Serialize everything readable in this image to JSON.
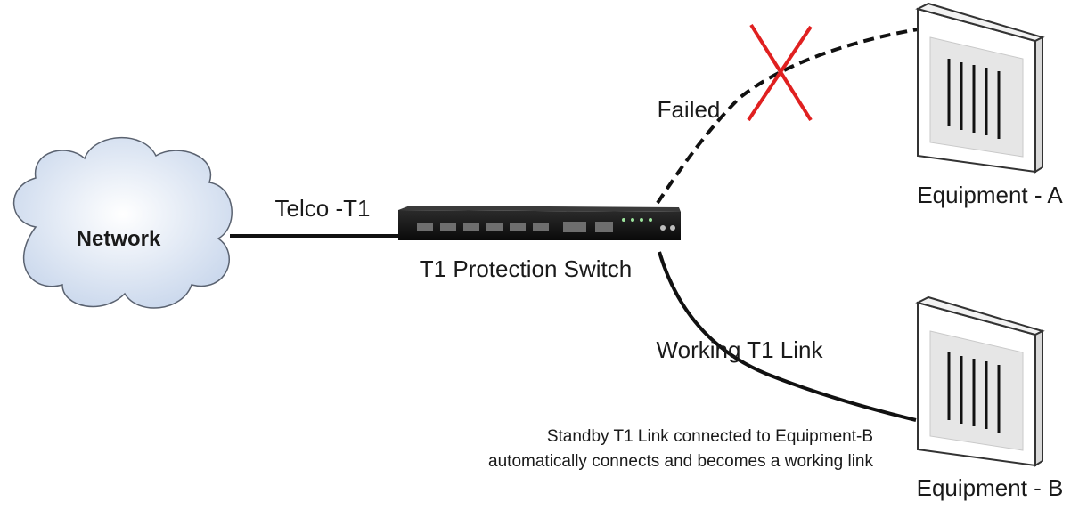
{
  "labels": {
    "network": "Network",
    "telco": "Telco -T1",
    "switch": "T1 Protection Switch",
    "failed": "Failed",
    "working": "Working T1 Link",
    "note_line1": "Standby T1 Link connected to Equipment-B",
    "note_line2": "automatically connects and becomes a working link",
    "equipment_a": "Equipment - A",
    "equipment_b": "Equipment - B"
  },
  "colors": {
    "failure_mark": "#e02020",
    "link": "#111111",
    "cloud_fill": "#dde6f3",
    "equipment_panel": "#e6e6e6"
  },
  "icons": {
    "network": "cloud-icon",
    "switch": "rack-switch-icon",
    "failure": "red-x-icon",
    "equipment": "equipment-cabinet-icon"
  }
}
